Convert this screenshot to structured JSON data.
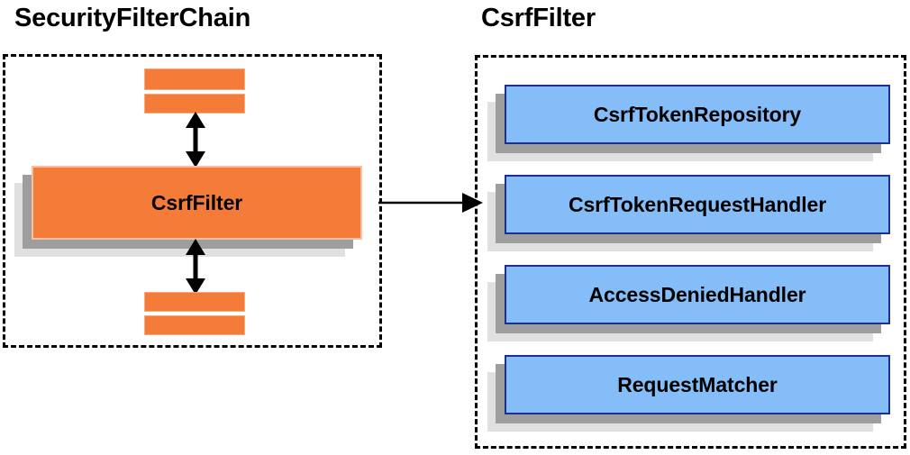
{
  "diagram": {
    "title_left": "SecurityFilterChain",
    "title_right": "CsrfFilter",
    "left_panel": {
      "main_box_label": "CsrfFilter",
      "top_bars": [
        "",
        ""
      ],
      "bottom_bars": [
        "",
        ""
      ],
      "arrows": [
        {
          "name": "arrow-top-bidirectional",
          "kind": "double"
        },
        {
          "name": "arrow-bottom-bidirectional",
          "kind": "double"
        }
      ]
    },
    "connector": {
      "name": "arrow-chain-to-detail",
      "kind": "single-right"
    },
    "right_panel": {
      "items": [
        {
          "label": "CsrfTokenRepository"
        },
        {
          "label": "CsrfTokenRequestHandler"
        },
        {
          "label": "AccessDeniedHandler"
        },
        {
          "label": "RequestMatcher"
        }
      ]
    },
    "colors": {
      "orange_fill": "#f47b38",
      "orange_border": "#f8c0a0",
      "blue_fill": "#84bdf7",
      "blue_border": "#1f2f8f",
      "shadow_near": "#9e9e9e",
      "shadow_far": "#e0e0e0",
      "outline": "#000000",
      "background": "#ffffff"
    }
  }
}
